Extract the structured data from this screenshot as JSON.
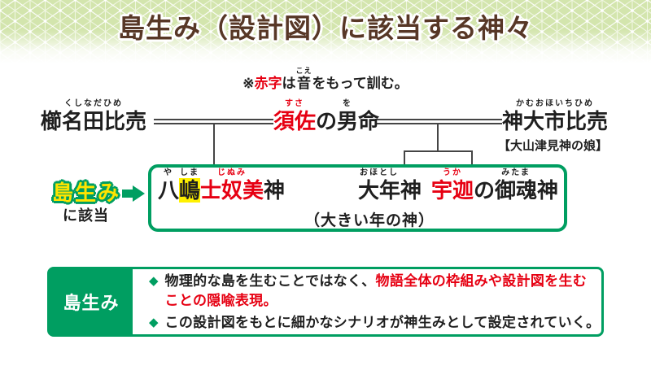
{
  "title": "島生み（設計図）に該当する神々",
  "note": {
    "segments": [
      {
        "t": "※"
      },
      {
        "t": "赤字",
        "c": "red"
      },
      {
        "t": "は"
      },
      {
        "t": "音",
        "r": "こえ"
      },
      {
        "t": "をもって訓む。"
      }
    ]
  },
  "tree": {
    "mother1": {
      "segments": [
        {
          "t": "櫛名田比売",
          "r": "くしなだひめ"
        }
      ]
    },
    "father": {
      "segments": [
        {
          "t": "須佐",
          "r": "すさ",
          "c": "red"
        },
        {
          "t": "の"
        },
        {
          "t": "男",
          "r": "を"
        },
        {
          "t": "命"
        }
      ]
    },
    "mother2": {
      "segments": [
        {
          "t": "神大市比売",
          "r": "かむおほいちひめ"
        }
      ],
      "subtitle": "【大山津見神の娘】"
    },
    "child1": {
      "segments": [
        {
          "t": "八",
          "r": "や"
        },
        {
          "t": "嶋",
          "r": "しま",
          "c": "hl"
        },
        {
          "t": "士奴美",
          "r": "じぬみ",
          "c": "red"
        },
        {
          "t": "神"
        }
      ]
    },
    "child2": {
      "segments": [
        {
          "t": "大年",
          "r": "おほとし"
        },
        {
          "t": "神"
        }
      ],
      "caption": "（大きい年の神）"
    },
    "child3": {
      "segments": [
        {
          "t": "宇迦",
          "r": "うか",
          "c": "red"
        },
        {
          "t": "の"
        },
        {
          "t": "御魂",
          "r": "みたま"
        },
        {
          "t": "神"
        }
      ]
    }
  },
  "side_label": {
    "text": "島生み",
    "sub": "に該当"
  },
  "bottom": {
    "label": "島生み",
    "bullet_icon": "◆",
    "bullets": [
      {
        "segments": [
          {
            "t": "物理的な島を生むことではなく、"
          },
          {
            "t": "物語全体の枠組みや設計図を生む",
            "c": "red"
          },
          {
            "br": true
          },
          {
            "t": "ことの隠喩表現。",
            "c": "red"
          }
        ]
      },
      {
        "segments": [
          {
            "t": "この設計図をもとに細かなシナリオが神生みとして設定されていく。"
          }
        ]
      }
    ]
  },
  "colors": {
    "green": "#009e61",
    "red": "#e60012",
    "yellow": "#ffe400",
    "highlight": "#fff100",
    "title_brown": "#573726",
    "pattern_green": "#d3e5ad",
    "line_gray": "#454545"
  }
}
